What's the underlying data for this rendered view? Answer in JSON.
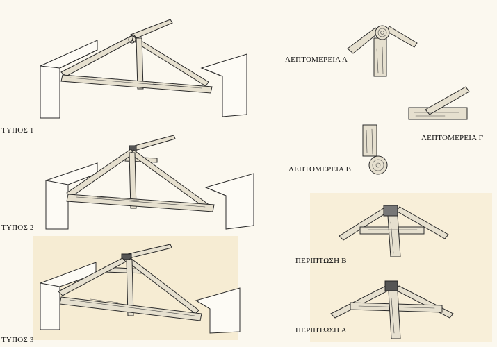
{
  "labels": {
    "type1": "ΤΥΠΟΣ 1",
    "type2": "ΤΥΠΟΣ 2",
    "type3": "ΤΥΠΟΣ 3",
    "detail_a": "ΛΕΠΤΟΜΕΡΕΙΑ Α",
    "detail_b": "ΛΕΠΤΟΜΕΡΕΙΑ Β",
    "detail_c": "ΛΕΠΤΟΜΕΡΕΙΑ Γ",
    "case_b": "ΠΕΡΙΠΤΩΣΗ Β",
    "case_a": "ΠΕΡΙΠΤΩΣΗ Α"
  },
  "colors": {
    "paper": "#fbf8ef",
    "panel_tint": "#f8edd4",
    "ink": "#2a2a2a"
  }
}
